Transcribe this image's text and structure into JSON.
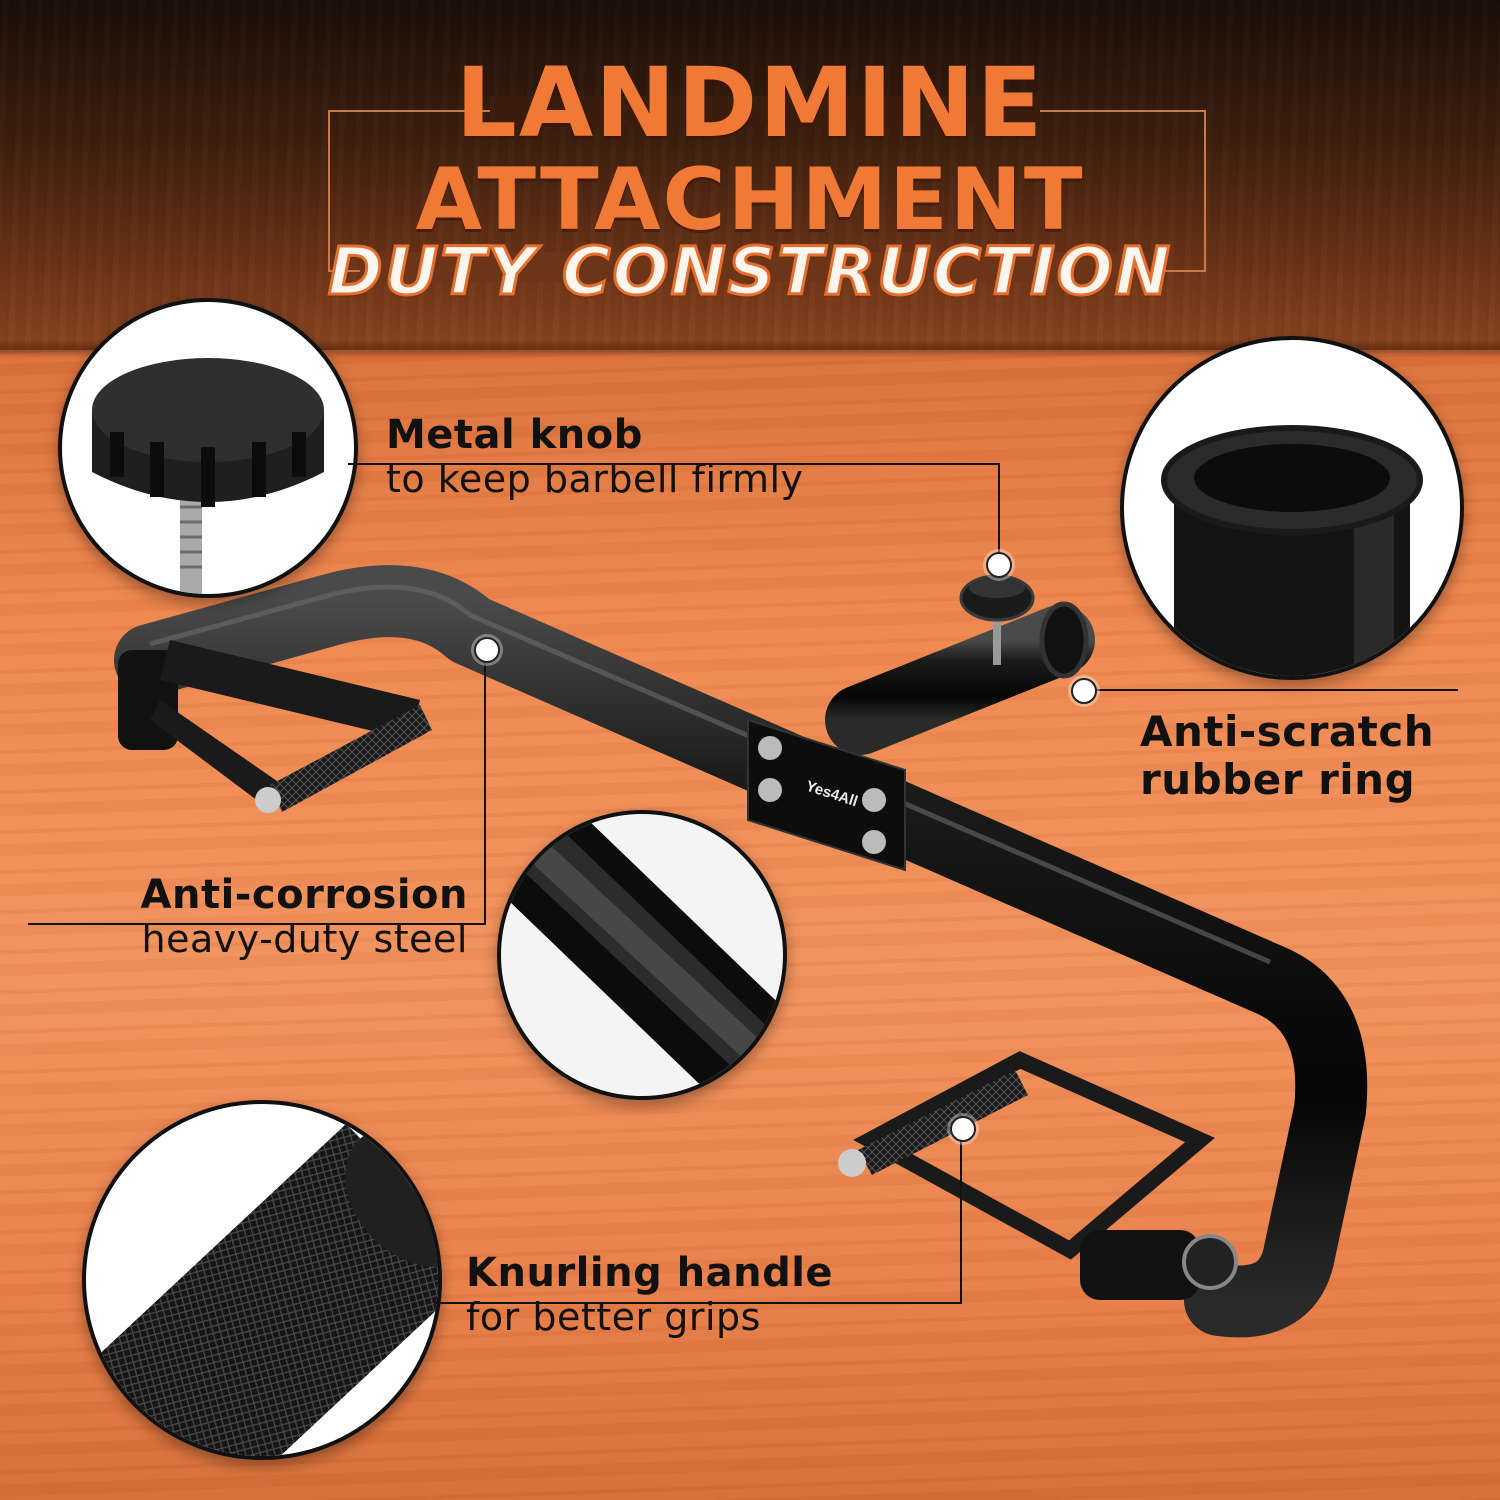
{
  "title": {
    "line1": "LANDMINE",
    "line2": "ATTACHMENT",
    "line3": "DUTY CONSTRUCTION"
  },
  "brand": {
    "logo": "Yes4All"
  },
  "features": [
    {
      "title": "Metal knob",
      "desc": "to keep barbell firmly",
      "icon": "knob-closeup"
    },
    {
      "title": "Anti-scratch",
      "desc": "rubber ring",
      "icon": "rubber-ring-closeup"
    },
    {
      "title": "Anti-corrosion",
      "desc": "heavy-duty steel",
      "icon": "steel-tube-closeup"
    },
    {
      "title": "Knurling handle",
      "desc": "for better grips",
      "icon": "knurled-grip-closeup"
    }
  ],
  "colors": {
    "title_orange": "#f07a35",
    "wood_orange": "#ef8850",
    "dark_brown": "#3d1f0e",
    "steel_black": "#111111"
  }
}
